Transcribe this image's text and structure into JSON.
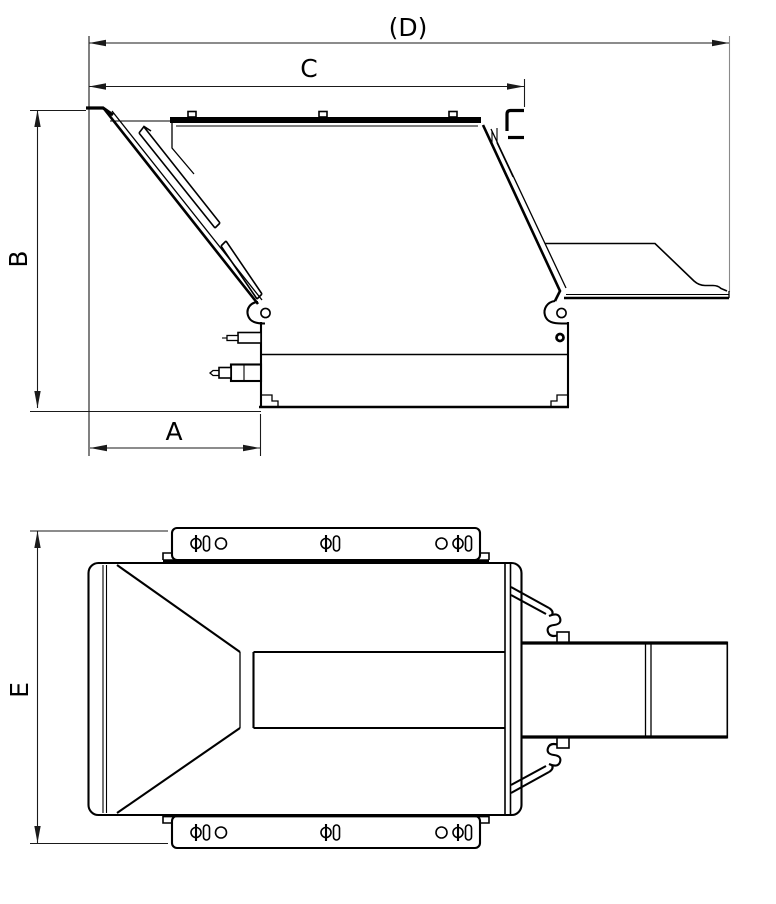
{
  "drawing": {
    "type": "technical-2-view-dimension-drawing",
    "dimensions": {
      "d": "(D)",
      "c": "C",
      "b": "B",
      "a": "A",
      "e": "E"
    },
    "colors": {
      "line": "#000000",
      "dimension_line": "#1a1a1a",
      "background": "#ffffff"
    }
  }
}
